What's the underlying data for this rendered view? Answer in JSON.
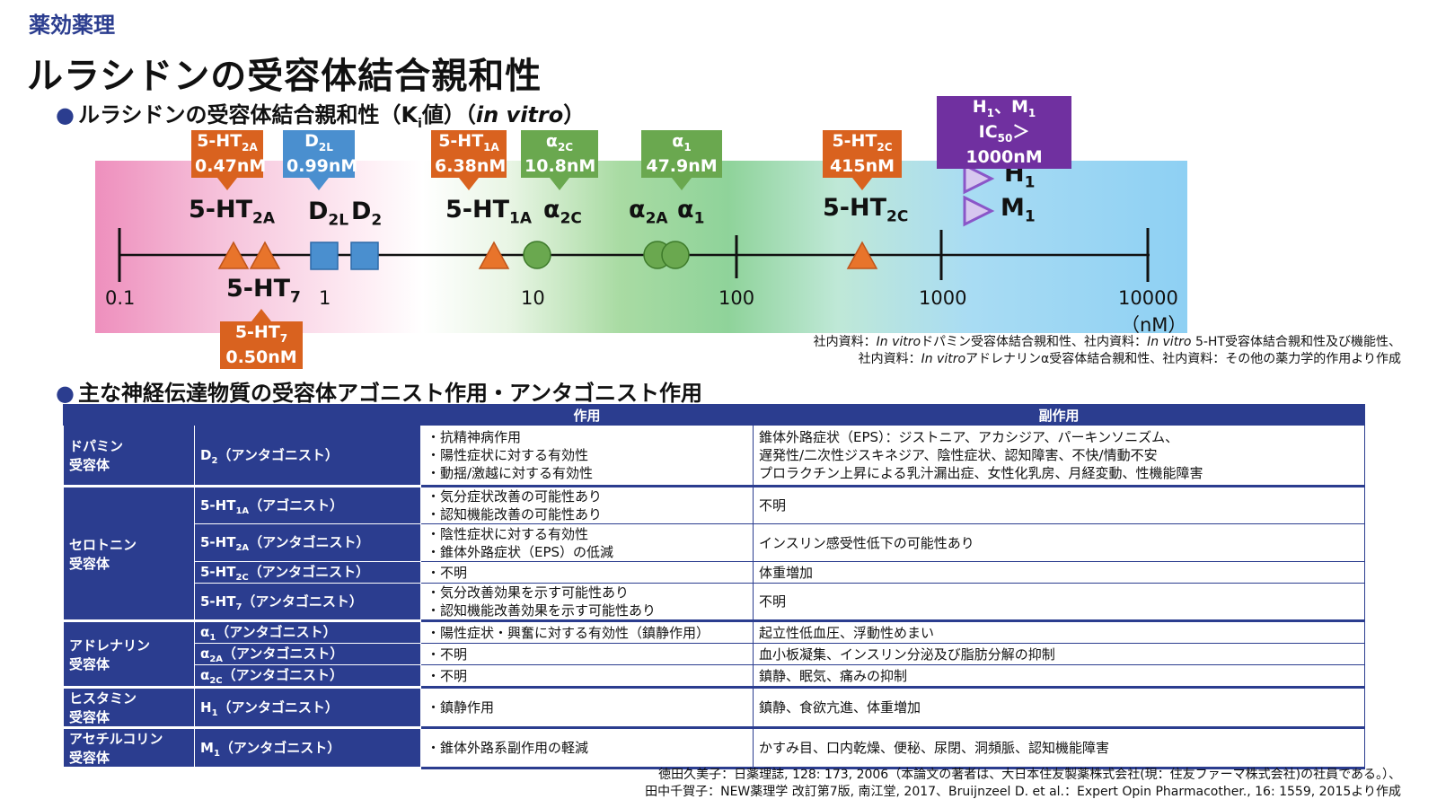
{
  "category": "薬効薬理",
  "title": "ルラシドンの受容体結合親和性",
  "section1": {
    "bullet": "●",
    "text_before": "ルラシドンの受容体結合親和性（K",
    "text_sub": "i",
    "text_after": "値）（",
    "italic": "in vitro",
    "close": "）"
  },
  "callouts": [
    {
      "id": "5ht2a",
      "line1": "5-HT",
      "line1_sub": "2A",
      "line2": "0.47nM",
      "color": "#d9621f"
    },
    {
      "id": "d2l",
      "line1": "D",
      "line1_sub": "2L",
      "line2": "0.99nM",
      "color": "#4a8fcf"
    },
    {
      "id": "5ht1a",
      "line1": "5-HT",
      "line1_sub": "1A",
      "line2": "6.38nM",
      "color": "#d9621f"
    },
    {
      "id": "a2c",
      "line1": "α",
      "line1_sub": "2C",
      "line2": "10.8nM",
      "color": "#6aa84f"
    },
    {
      "id": "a1",
      "line1": "α",
      "line1_sub": "1",
      "line2": "47.9nM",
      "color": "#6aa84f"
    },
    {
      "id": "5ht2c",
      "line1": "5-HT",
      "line1_sub": "2C",
      "line2": "415nM",
      "color": "#d9621f"
    },
    {
      "id": "h1m1",
      "line1": "H",
      "line1_sub": "1",
      "line1_mid": "、M",
      "line1_sub2": "1",
      "line2": "IC",
      "line2_sub": "50",
      "line2_after": "＞1000nM",
      "color": "#7030a0"
    },
    {
      "id": "5ht7",
      "line1": "5-HT",
      "line1_sub": "7",
      "line2": "0.50nM",
      "color": "#d9621f"
    }
  ],
  "labels": {
    "l5ht2a": {
      "main": "5-HT",
      "sub": "2A"
    },
    "ld2l": {
      "main": "D",
      "sub": "2L"
    },
    "ld2": {
      "main": "D",
      "sub": "2"
    },
    "l5ht1a": {
      "main": "5-HT",
      "sub": "1A"
    },
    "la2c": {
      "main": "α",
      "sub": "2C"
    },
    "la2a": {
      "main": "α",
      "sub": "2A"
    },
    "la1": {
      "main": "α",
      "sub": "1"
    },
    "l5ht2c": {
      "main": "5-HT",
      "sub": "2C"
    },
    "lh1": {
      "main": "H",
      "sub": "1"
    },
    "lm1": {
      "main": "M",
      "sub": "1"
    },
    "l5ht7": {
      "main": "5-HT",
      "sub": "7"
    }
  },
  "axis": {
    "ticks": [
      "0.1",
      "1",
      "10",
      "100",
      "1000",
      "10000"
    ],
    "unit": "（nM）"
  },
  "refs1": [
    {
      "italic": "In vitro",
      "text": "ドパミン受容体結合親和性、社内資料：",
      "prefix": "社内資料：",
      "italic2": "In vitro",
      "text2": " 5-HT受容体結合親和性及び機能性、"
    },
    {
      "prefix": "社内資料：",
      "italic": "In vitro",
      "text": "アドレナリンα受容体結合親和性、社内資料：その他の薬力学的作用より作成"
    }
  ],
  "section2": {
    "bullet": "●",
    "text": "主な神経伝達物質の受容体アゴニスト作用・アンタゴニスト作用"
  },
  "table": {
    "headers": [
      "作用",
      "副作用"
    ],
    "groups": [
      {
        "name": [
          "ドパミン",
          "受容体"
        ],
        "rows": [
          {
            "rec": "D",
            "sub": "2",
            "act": "（アンタゴニスト）",
            "effects": [
              "・抗精神病作用",
              "・陽性症状に対する有効性",
              "・動揺/激越に対する有効性"
            ],
            "side": [
              "錐体外路症状（EPS）：ジストニア、アカシジア、パーキンソニズム、",
              "遅発性/二次性ジスキネジア、陰性症状、認知障害、不快/情動不安",
              "プロラクチン上昇による乳汁漏出症、女性化乳房、月経変動、性機能障害"
            ]
          }
        ]
      },
      {
        "name": [
          "セロトニン",
          "受容体"
        ],
        "rows": [
          {
            "rec": "5-HT",
            "sub": "1A",
            "act": "（アゴニスト）",
            "effects": [
              "・気分症状改善の可能性あり",
              "・認知機能改善の可能性あり"
            ],
            "side": [
              "不明"
            ]
          },
          {
            "rec": "5-HT",
            "sub": "2A",
            "act": "（アンタゴニスト）",
            "effects": [
              "・陰性症状に対する有効性",
              "・錐体外路症状（EPS）の低減"
            ],
            "side": [
              "インスリン感受性低下の可能性あり"
            ]
          },
          {
            "rec": "5-HT",
            "sub": "2C",
            "act": "（アンタゴニスト）",
            "effects": [
              "・不明"
            ],
            "side": [
              "体重増加"
            ]
          },
          {
            "rec": "5-HT",
            "sub": "7",
            "act": "（アンタゴニスト）",
            "effects": [
              "・気分改善効果を示す可能性あり",
              "・認知機能改善効果を示す可能性あり"
            ],
            "side": [
              "不明"
            ]
          }
        ]
      },
      {
        "name": [
          "アドレナリン",
          "受容体"
        ],
        "rows": [
          {
            "rec": "α",
            "sub": "1",
            "act": "（アンタゴニスト）",
            "effects": [
              "・陽性症状・興奮に対する有効性（鎮静作用）"
            ],
            "side": [
              "起立性低血圧、浮動性めまい"
            ]
          },
          {
            "rec": "α",
            "sub": "2A",
            "act": "（アンタゴニスト）",
            "effects": [
              "・不明"
            ],
            "side": [
              "血小板凝集、インスリン分泌及び脂肪分解の抑制"
            ]
          },
          {
            "rec": "α",
            "sub": "2C",
            "act": "（アンタゴニスト）",
            "effects": [
              "・不明"
            ],
            "side": [
              "鎮静、眠気、痛みの抑制"
            ]
          }
        ]
      },
      {
        "name": [
          "ヒスタミン",
          "受容体"
        ],
        "rows": [
          {
            "rec": "H",
            "sub": "1",
            "act": "（アンタゴニスト）",
            "effects": [
              "・鎮静作用"
            ],
            "side": [
              "鎮静、食欲亢進、体重増加"
            ]
          }
        ]
      },
      {
        "name": [
          "アセチルコリン",
          "受容体"
        ],
        "rows": [
          {
            "rec": "M",
            "sub": "1",
            "act": "（アンタゴニスト）",
            "effects": [
              "・錐体外路系副作用の軽減"
            ],
            "side": [
              "かすみ目、口内乾燥、便秘、尿閉、洞頻脈、認知機能障害"
            ]
          }
        ]
      }
    ]
  },
  "refs2": [
    "徳田久美子：日薬理誌, 128: 173, 2006（本論文の著者は、大日本住友製薬株式会社(現：住友ファーマ株式会社)の社員である。）、",
    "田中千賀子：NEW薬理学 改訂第7版, 南江堂, 2017、Bruijnzeel D. et al.：Expert Opin Pharmacother., 16: 1559, 2015より作成"
  ]
}
